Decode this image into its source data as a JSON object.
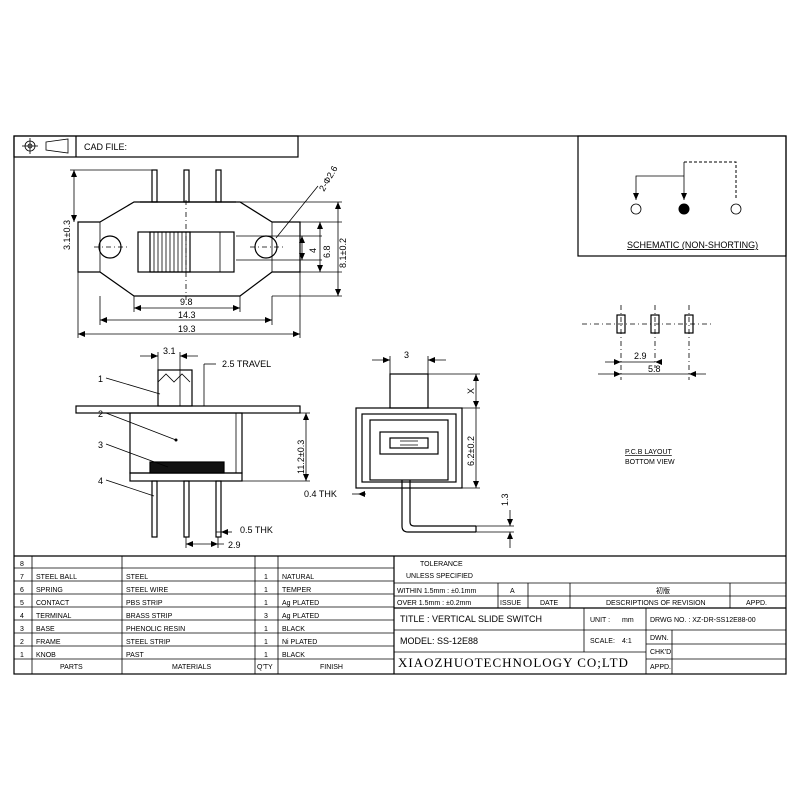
{
  "header": {
    "cad_file_label": "CAD FILE:"
  },
  "top_view": {
    "dim_height": "3.1±0.3",
    "dim_hole": "2-Φ2.6",
    "dim_inner": "6.8",
    "dim_slot": "4",
    "dim_outer_h": "8.1±0.2",
    "dim_slot_w": "9.8",
    "dim_mid_w": "14.3",
    "dim_total_w": "19.3"
  },
  "schematic": {
    "title": "SCHEMATIC (NON-SHORTING)"
  },
  "pcb_layout": {
    "dim_pitch": "2.9",
    "dim_span": "5.8",
    "title_line1": "P.C.B LAYOUT",
    "title_line2": "BOTTOM VIEW"
  },
  "side_view": {
    "dim_knob_w": "3.1",
    "travel": "2.5 TRAVEL",
    "callouts": [
      "1",
      "2",
      "3",
      "4"
    ],
    "dim_height": "11.2±0.3",
    "dim_pin_thk": "0.5 THK",
    "dim_pin_pitch": "2.9"
  },
  "end_view": {
    "dim_knob": "3",
    "dim_x": "X",
    "dim_body": "6.2±0.2",
    "dim_plate": "0.4 THK",
    "dim_pin": "1.3"
  },
  "bom": {
    "rows": [
      {
        "no": "8",
        "part": "",
        "material": "",
        "qty": "",
        "finish": ""
      },
      {
        "no": "7",
        "part": "STEEL BALL",
        "material": "STEEL",
        "qty": "1",
        "finish": "NATURAL"
      },
      {
        "no": "6",
        "part": "SPRING",
        "material": "STEEL WIRE",
        "qty": "1",
        "finish": "TEMPER"
      },
      {
        "no": "5",
        "part": "CONTACT",
        "material": "PBS STRIP",
        "qty": "1",
        "finish": "Ag PLATED"
      },
      {
        "no": "4",
        "part": "TERMINAL",
        "material": "BRASS STRIP",
        "qty": "3",
        "finish": "Ag PLATED"
      },
      {
        "no": "3",
        "part": "BASE",
        "material": "PHENOLIC RESIN",
        "qty": "1",
        "finish": "BLACK"
      },
      {
        "no": "2",
        "part": "FRAME",
        "material": "STEEL STRIP",
        "qty": "1",
        "finish": "Ni PLATED"
      },
      {
        "no": "1",
        "part": "KNOB",
        "material": "PAST",
        "qty": "1",
        "finish": "BLACK"
      }
    ],
    "header": {
      "parts": "PARTS",
      "materials": "MATERIALS",
      "qty": "Q'TY",
      "finish": "FINISH"
    }
  },
  "title_block": {
    "tolerance_title": "TOLERANCE",
    "tolerance_sub": "UNLESS   SPECIFIED",
    "tol_within": "WITHIN 1.5mm : ±0.1mm",
    "tol_over": "OVER  1.5mm : ±0.2mm",
    "rev_a": "A",
    "rev_text": "初版",
    "issue": "ISSUE",
    "date": "DATE",
    "descr": "DESCRIPTIONS OF REVISION",
    "appd": "APPD.",
    "title": "TITLE :  VERTICAL SLIDE SWITCH",
    "unit_label": "UNIT :",
    "unit_value": "mm",
    "drwg": "DRWG NO. : XZ-DR-SS12E88-00",
    "model": "MODEL:  SS-12E88",
    "scale_label": "SCALE:",
    "scale_value": "4:1",
    "dwn": "DWN.",
    "chkd": "CHK'D",
    "appd2": "APPD.",
    "company": "XIAOZHUOTECHNOLOGY CO;LTD"
  }
}
